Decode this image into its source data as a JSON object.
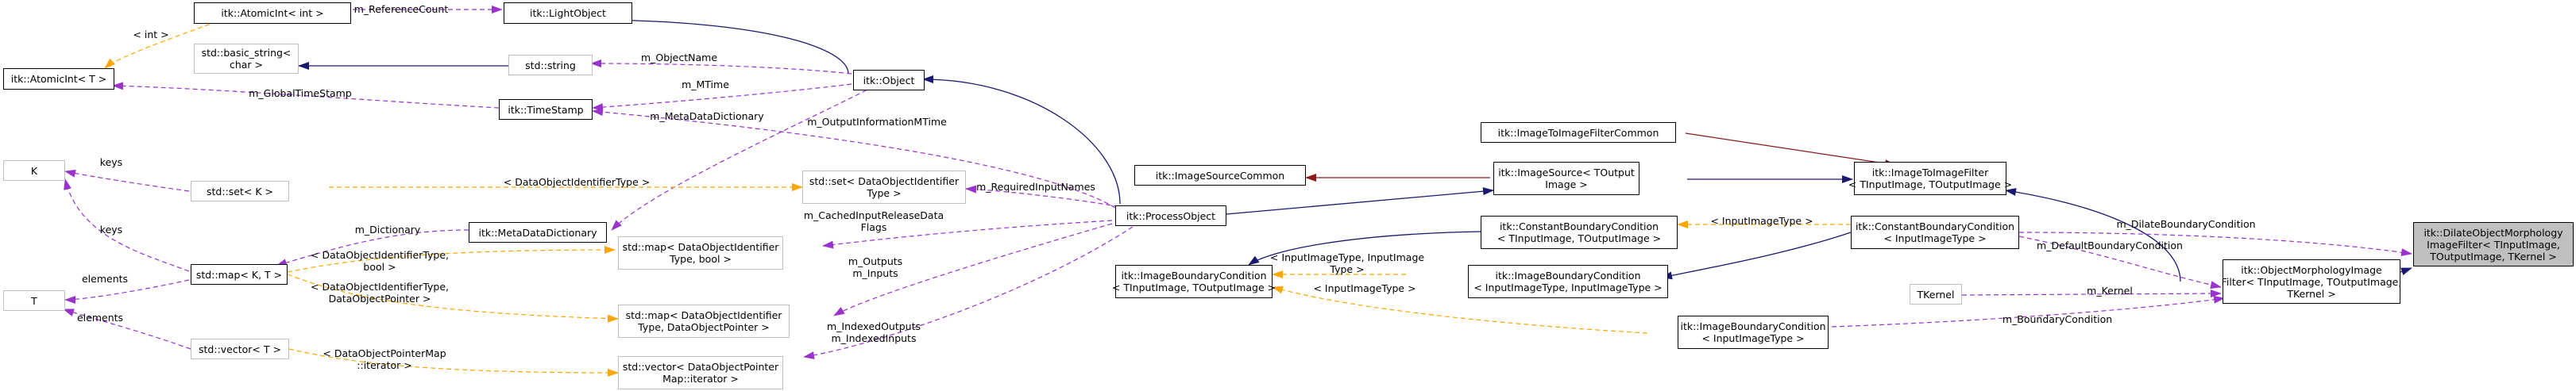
{
  "nodes": {
    "atomic_int_int": [
      "itk::AtomicInt< int >"
    ],
    "light_object": [
      "itk::LightObject"
    ],
    "atomic_int_t": [
      "itk::AtomicInt< T >"
    ],
    "basic_string": [
      "std::basic_string<",
      "char >"
    ],
    "std_string": [
      "std::string"
    ],
    "object": [
      "itk::Object"
    ],
    "time_stamp": [
      "itk::TimeStamp"
    ],
    "set_did": [
      "std::set< DataObjectIdentifier",
      "Type >"
    ],
    "k": [
      "K"
    ],
    "set_k": [
      "std::set< K >"
    ],
    "meta_dict": [
      "itk::MetaDataDictionary"
    ],
    "map_kt": [
      "std::map< K, T >"
    ],
    "t": [
      "T"
    ],
    "map_did_bool": [
      "std::map< DataObjectIdentifier",
      "Type, bool >"
    ],
    "map_did_ptr": [
      "std::map< DataObjectIdentifier",
      "Type, DataObjectPointer >"
    ],
    "vector_t": [
      "std::vector< T >"
    ],
    "vector_dop": [
      "std::vector< DataObjectPointer",
      "Map::iterator >"
    ],
    "process_object": [
      "itk::ProcessObject"
    ],
    "image_source_common": [
      "itk::ImageSourceCommon"
    ],
    "image_source": [
      "itk::ImageSource< TOutput",
      "Image >"
    ],
    "i2i_common": [
      "itk::ImageToImageFilterCommon"
    ],
    "i2i_filter": [
      "itk::ImageToImageFilter",
      "< TInputImage, TOutputImage >"
    ],
    "cbc_in_out": [
      "itk::ConstantBoundaryCondition",
      "< TInputImage, TOutputImage >"
    ],
    "cbc_in": [
      "itk::ConstantBoundaryCondition",
      "< InputImageType >"
    ],
    "ibc_in_out": [
      "itk::ImageBoundaryCondition",
      "< TInputImage, TOutputImage >"
    ],
    "ibc_in_in": [
      "itk::ImageBoundaryCondition",
      "< InputImageType, InputImageType >"
    ],
    "tkernel": [
      "TKernel"
    ],
    "ibc_in": [
      "itk::ImageBoundaryCondition",
      "< InputImageType >"
    ],
    "omf": [
      "itk::ObjectMorphologyImage",
      "Filter< TInputImage, TOutputImage,",
      "TKernel >"
    ],
    "dilate": [
      "itk::DilateObjectMorphology",
      "ImageFilter< TInputImage,",
      "TOutputImage, TKernel >"
    ]
  },
  "edge_labels": {
    "int": [
      "< int >"
    ],
    "reference_count": [
      "m_ReferenceCount"
    ],
    "object_name": [
      "m_ObjectName"
    ],
    "mtime": [
      "m_MTime"
    ],
    "global_time_stamp": [
      "m_GlobalTimeStamp"
    ],
    "meta_data_dictionary": [
      "m_MetaDataDictionary"
    ],
    "output_information_mtime": [
      "m_OutputInformationMTime"
    ],
    "did_type": [
      "< DataObjectIdentifierType >"
    ],
    "keys_set": [
      "keys"
    ],
    "required_input_names": [
      "m_RequiredInputNames"
    ],
    "dictionary": [
      "m_Dictionary"
    ],
    "keys_map": [
      "keys"
    ],
    "cached_input_release": [
      "m_CachedInputReleaseData",
      "Flags"
    ],
    "did_bool": [
      "< DataObjectIdentifierType,",
      "bool >"
    ],
    "elements_map": [
      "elements"
    ],
    "outputs_inputs": [
      "m_Outputs",
      "m_Inputs"
    ],
    "did_ptr": [
      "< DataObjectIdentifierType,",
      "DataObjectPointer >"
    ],
    "elements_vector": [
      "elements"
    ],
    "indexed": [
      "m_IndexedOutputs",
      "m_IndexedInputs"
    ],
    "dop_iterator": [
      "< DataObjectPointerMap",
      "::iterator >"
    ],
    "input_image_type_cbc": [
      "< InputImageType >"
    ],
    "ibc_template": [
      "< InputImageType, InputImage",
      "Type >"
    ],
    "ibc_single": [
      "< InputImageType >"
    ],
    "dilate_boundary": [
      "m_DilateBoundaryCondition"
    ],
    "default_boundary": [
      "m_DefaultBoundaryCondition"
    ],
    "kernel": [
      "m_Kernel"
    ],
    "boundary": [
      "m_BoundaryCondition"
    ]
  },
  "colors": {
    "inheritance": "#191970",
    "private_inheritance": "#8b1a1a",
    "usage": "#9a32cd",
    "template": "#ffa500",
    "grey_border": "#bfbfbf",
    "focus_fill": "#bfbfbf"
  }
}
